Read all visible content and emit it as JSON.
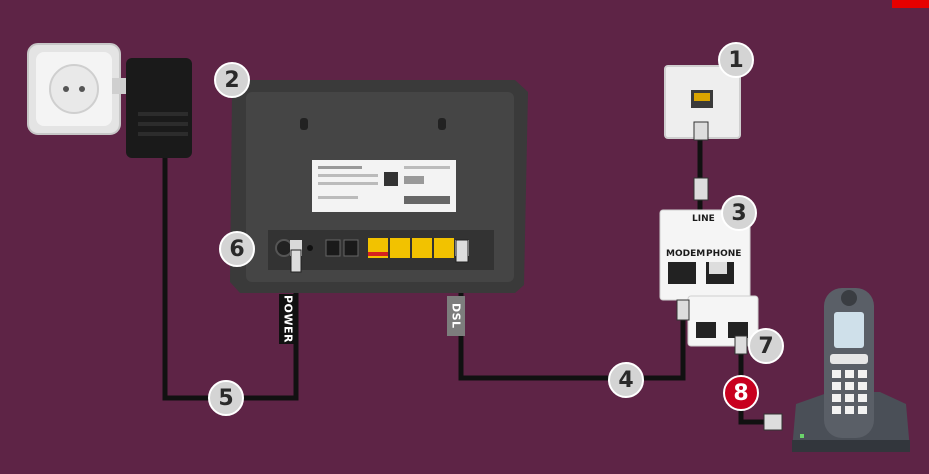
{
  "colors": {
    "background": "#5e2446",
    "badge": "#d4d4d4",
    "badge_highlight": "#c8001f",
    "brand_corner": "#e60000",
    "cable": "#111111",
    "lan_ports": "#f2c200"
  },
  "badges": [
    {
      "id": "1",
      "label": "1"
    },
    {
      "id": "2",
      "label": "2"
    },
    {
      "id": "3",
      "label": "3"
    },
    {
      "id": "4",
      "label": "4"
    },
    {
      "id": "5",
      "label": "5"
    },
    {
      "id": "6",
      "label": "6"
    },
    {
      "id": "7",
      "label": "7"
    },
    {
      "id": "8",
      "label": "8"
    }
  ],
  "cables": {
    "power_label": "POWER",
    "dsl_label": "DSL"
  },
  "splitter": {
    "line_label": "LINE",
    "modem_label": "MODEM",
    "phone_label": "PHONE"
  }
}
